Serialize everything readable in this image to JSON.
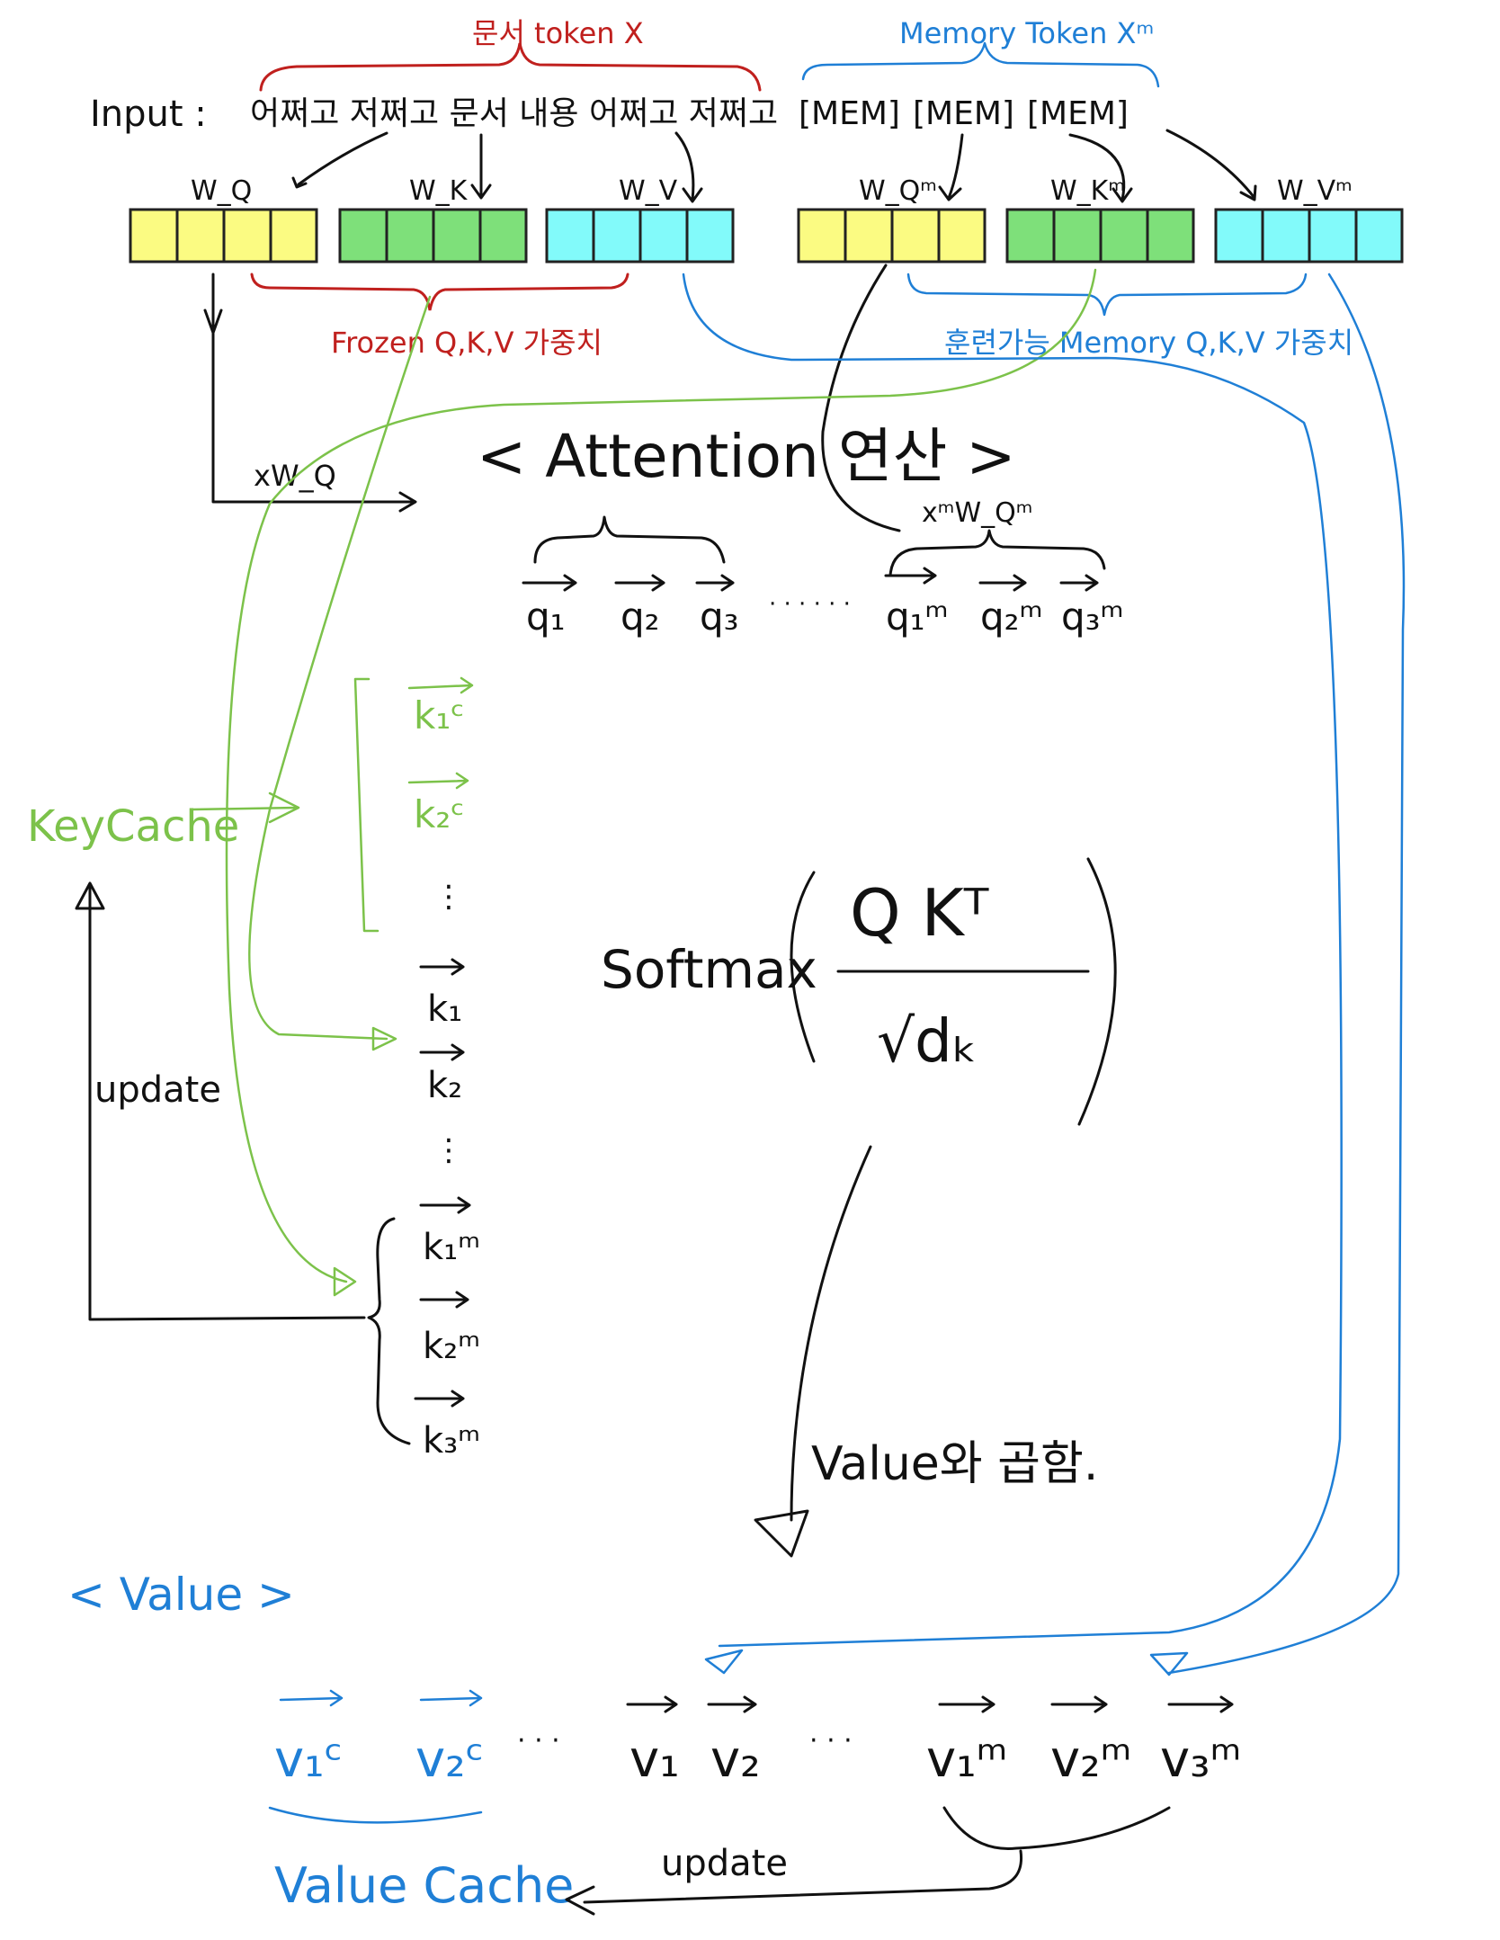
{
  "header": {
    "doc_token_label": "문서 token X",
    "memory_token_label": "Memory Token Xᵐ",
    "input_prefix": "Input :",
    "input_doc_text": "어쩌고 저쩌고 문서 내용 어쩌고 저쩌고",
    "mem_tokens": [
      "[MEM]",
      "[MEM]",
      "[MEM]"
    ]
  },
  "weights": {
    "frozen": [
      "W_Q",
      "W_K",
      "W_V"
    ],
    "memory": [
      "W_Qᵐ",
      "W_Kᵐ",
      "W_Vᵐ"
    ],
    "frozen_label": "Frozen Q,K,V 가중치",
    "memory_label": "훈련가능 Memory Q,K,V 가중치",
    "colors": {
      "q": "#fbfb82",
      "k": "#7ee07a",
      "v": "#82fafa"
    }
  },
  "attention": {
    "title": "< Attention 연산 >",
    "xwq_label": "xW_Q",
    "xmwqm_label": "xᵐW_Qᵐ",
    "queries": [
      "q₁",
      "q₂",
      "q₃"
    ],
    "dots": "· · · · · ·",
    "mem_queries": [
      "q₁ᵐ",
      "q₂ᵐ",
      "q₃ᵐ"
    ]
  },
  "keys": {
    "cache_label": "KeyCache",
    "cache_items": [
      "k₁ᶜ",
      "k₂ᶜ"
    ],
    "items": [
      "k₁",
      "k₂"
    ],
    "mem_items": [
      "k₁ᵐ",
      "k₂ᵐ",
      "k₃ᵐ"
    ],
    "ellipsis": "⋮",
    "update_label": "update"
  },
  "softmax": {
    "prefix": "Softmax",
    "numerator": "Q Kᵀ",
    "denominator": "√dₖ",
    "value_sum_label": "Value와 곱함."
  },
  "values": {
    "section_label": "< Value >",
    "cache_items": [
      "v₁ᶜ",
      "v₂ᶜ"
    ],
    "items": [
      "v₁",
      "v₂"
    ],
    "mem_items": [
      "v₁ᵐ",
      "v₂ᵐ",
      "v₃ᵐ"
    ],
    "dots": "· · ·",
    "cache_label": "Value Cache",
    "update_label": "update"
  }
}
